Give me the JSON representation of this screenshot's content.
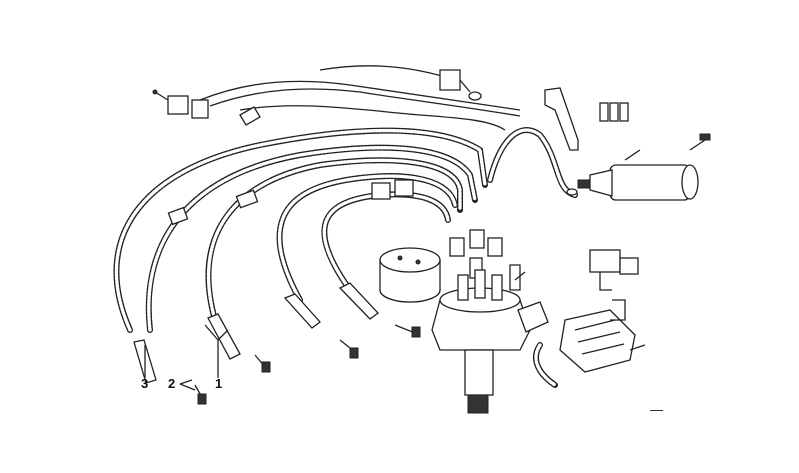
{
  "diagram": {
    "callouts": [
      {
        "id": "3",
        "label": "3"
      },
      {
        "id": "2",
        "label": "2"
      },
      {
        "id": "1",
        "label": "1"
      }
    ],
    "corner_mark": "—"
  }
}
